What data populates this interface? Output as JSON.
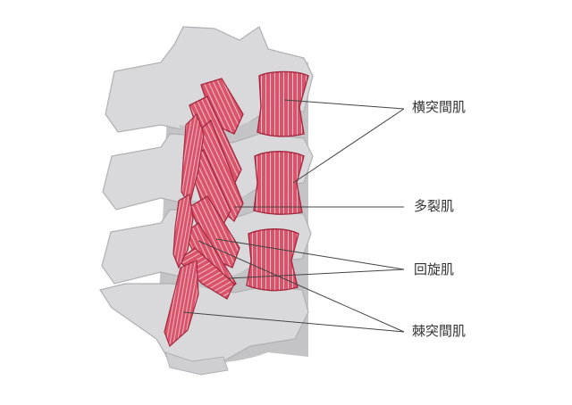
{
  "labels": [
    {
      "id": "intertransversarii",
      "text": "横突間肌"
    },
    {
      "id": "multifidus",
      "text": "多裂肌"
    },
    {
      "id": "rotatores",
      "text": "回旋肌"
    },
    {
      "id": "interspinales",
      "text": "棘突間肌"
    }
  ],
  "colors": {
    "bone": "#d9d9db",
    "bone_shadow": "#c4c4c7",
    "bone_outline": "#b0b0b3",
    "muscle": "#d9536a",
    "muscle_dark": "#a5283f",
    "muscle_fiber": "#f3c2ca",
    "leader_line": "#444444",
    "text": "#333333"
  }
}
